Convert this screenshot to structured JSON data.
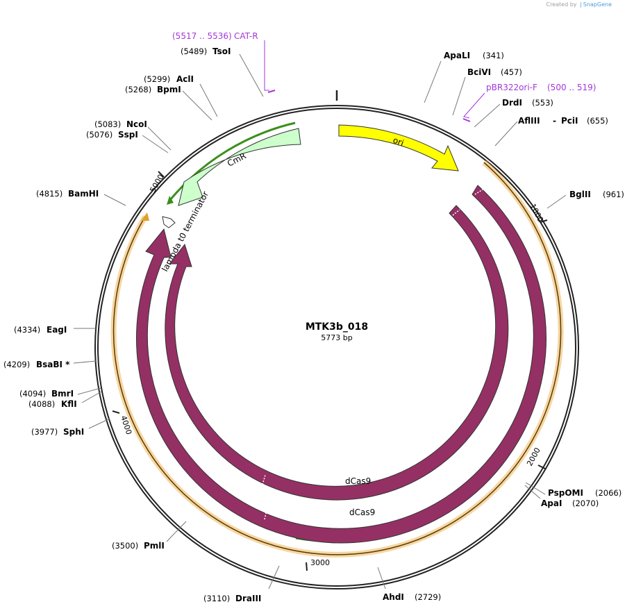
{
  "credit": {
    "prefix": "Created by",
    "brand": "SnapGene"
  },
  "plasmid": {
    "name": "MTK3b_018",
    "length": "5773 bp"
  },
  "enzymes": [
    {
      "name": "TsoI",
      "pos": "(5489)"
    },
    {
      "name": "AclI",
      "pos": "(5299)"
    },
    {
      "name": "BpmI",
      "pos": "(5268)"
    },
    {
      "name": "NcoI",
      "pos": "(5083)"
    },
    {
      "name": "SspI",
      "pos": "(5076)"
    },
    {
      "name": "BamHI",
      "pos": "(4815)"
    },
    {
      "name": "EagI",
      "pos": "(4334)"
    },
    {
      "name": "BsaBI *",
      "pos": "(4209)"
    },
    {
      "name": "BmrI",
      "pos": "(4094)"
    },
    {
      "name": "KflI",
      "pos": "(4088)"
    },
    {
      "name": "SphI",
      "pos": "(3977)"
    },
    {
      "name": "PmlI",
      "pos": "(3500)"
    },
    {
      "name": "DraIII",
      "pos": "(3110)"
    },
    {
      "name": "AhdI",
      "pos": "(2729)"
    },
    {
      "name": "ApaI",
      "pos": "(2070)"
    },
    {
      "name": "PspOMI",
      "pos": "(2066)"
    },
    {
      "name": "BglII",
      "pos": "(961)"
    },
    {
      "name": "AflIII",
      "pos": "(655)"
    },
    {
      "name": "PciI",
      "pos": ""
    },
    {
      "name": "DrdI",
      "pos": "(553)"
    },
    {
      "name": "BciVI",
      "pos": "(457)"
    },
    {
      "name": "ApaLI",
      "pos": "(341)"
    }
  ],
  "primers": [
    {
      "name": "CAT-R",
      "range": "(5517 .. 5536)"
    },
    {
      "name": "pBR322ori-F",
      "range": "(500 .. 519)"
    }
  ],
  "features": {
    "cmr": "CmR",
    "ori": "ori",
    "terminator": "lambda t0 terminator",
    "dcas9_inner": "dCas9",
    "dcas9_outer": "dCas9"
  },
  "ticks": [
    "1000",
    "2000",
    "3000",
    "4000",
    "5000"
  ],
  "colors": {
    "backbone": "#222222",
    "cds": "#943064",
    "ori": "#ffff00",
    "cmr": "#ccffcc",
    "orf": "#f2c47a",
    "primer": "#a336d9",
    "promoter_green": "#3a8f1a"
  }
}
